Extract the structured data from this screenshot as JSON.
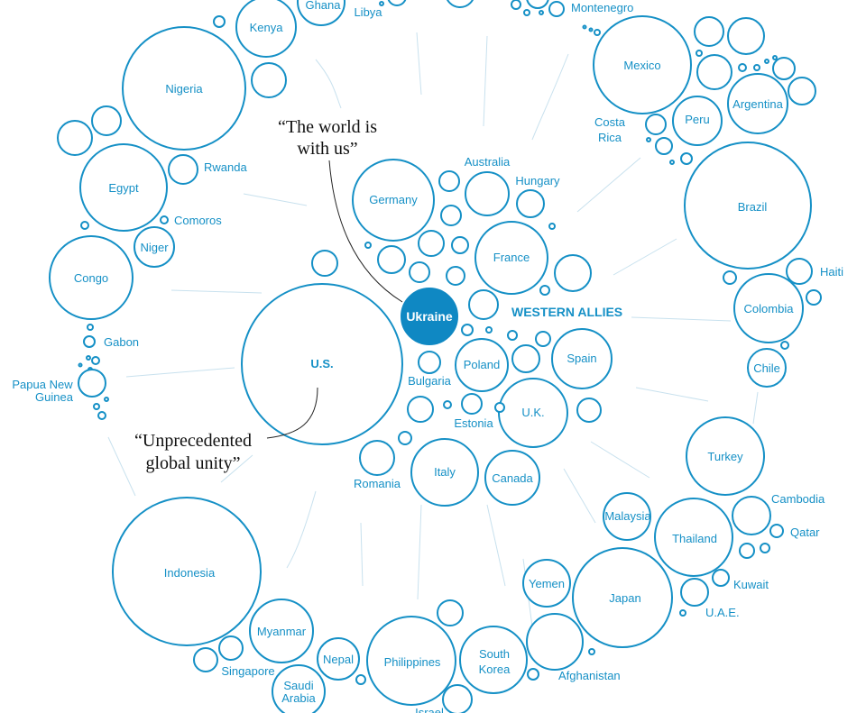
{
  "hub": {
    "label": "Ukraine"
  },
  "group_label": "WESTERN ALLIES",
  "quotes": {
    "top": {
      "line1": "“The world is",
      "line2": "with us”"
    },
    "bottom": {
      "line1": "“Unprecedented",
      "line2": "global unity”"
    }
  },
  "countries": {
    "us": "U.S.",
    "germany": "Germany",
    "australia": "Australia",
    "hungary": "Hungary",
    "france": "France",
    "poland": "Poland",
    "spain": "Spain",
    "uk": "U.K.",
    "bulgaria": "Bulgaria",
    "estonia": "Estonia",
    "italy": "Italy",
    "canada": "Canada",
    "romania": "Romania",
    "kenya": "Kenya",
    "ghana": "Ghana",
    "libya": "Libya",
    "nigeria": "Nigeria",
    "egypt": "Egypt",
    "rwanda": "Rwanda",
    "comoros": "Comoros",
    "niger": "Niger",
    "congo": "Congo",
    "gabon": "Gabon",
    "png": "Papua New Guinea",
    "montenegro": "Montenegro",
    "mexico": "Mexico",
    "argentina": "Argentina",
    "costa_rica": "Costa Rica",
    "peru": "Peru",
    "brazil": "Brazil",
    "haiti": "Haiti",
    "colombia": "Colombia",
    "chile": "Chile",
    "turkey": "Turkey",
    "cambodia": "Cambodia",
    "qatar": "Qatar",
    "malaysia": "Malaysia",
    "thailand": "Thailand",
    "kuwait": "Kuwait",
    "uae": "U.A.E.",
    "yemen": "Yemen",
    "japan": "Japan",
    "afghanistan": "Afghanistan",
    "south_korea": "South Korea",
    "philippines": "Philippines",
    "israel": "Israel",
    "nepal": "Nepal",
    "saudi_arabia": "Saudi Arabia",
    "myanmar": "Myanmar",
    "singapore": "Singapore",
    "indonesia": "Indonesia"
  },
  "colors": {
    "accent": "#1590c6",
    "hub_fill": "#0f88c3",
    "link": "#c8e1ee",
    "quote_text": "#111111"
  }
}
